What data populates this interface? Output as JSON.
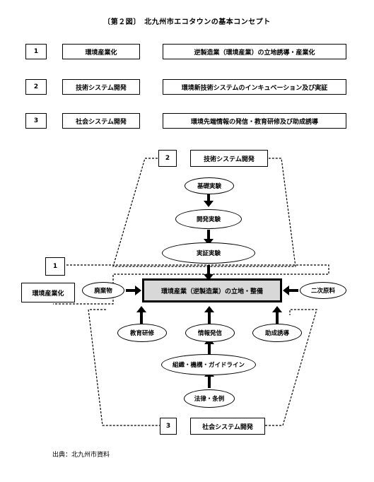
{
  "figure": {
    "title": "〔第２図〕　北九州市エコタウンの基本コンセプト",
    "source": "出典：北九州市資料"
  },
  "concepts": [
    {
      "num": "1",
      "label": "環境産業化",
      "desc": "逆製造業（環境産業）の立地誘導・産業化"
    },
    {
      "num": "2",
      "label": "技術システム開発",
      "desc": "環境新技術システムのインキュベーション及び実証"
    },
    {
      "num": "3",
      "label": "社会システム開発",
      "desc": "環境先端情報の発信・教育研修及び助成誘導"
    }
  ],
  "diagram": {
    "tech_num": "2",
    "tech_label": "技術システム開発",
    "stages": [
      "基礎実験",
      "開発実験",
      "実証実験"
    ],
    "industry_num": "1",
    "industry_label": "環境産業化",
    "left_input": "廃棄物",
    "center": "環境産業（逆製造業）の立地・整備",
    "right_input": "二次原料",
    "supports": [
      "教育研修",
      "情報発信",
      "助成誘導"
    ],
    "organization": "組織・機構・ガイドライン",
    "law": "法律・条例",
    "social_num": "3",
    "social_label": "社会システム開発"
  }
}
